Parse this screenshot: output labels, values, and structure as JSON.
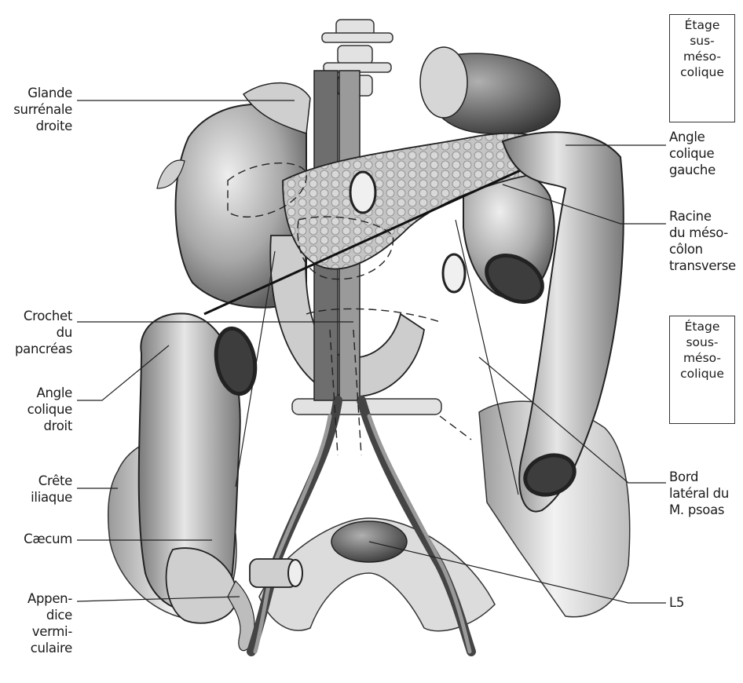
{
  "labels": {
    "glande": [
      "Glande",
      "surrénale",
      "droite"
    ],
    "crochet": [
      "Crochet",
      "du",
      "pancréas"
    ],
    "angle_droit": [
      "Angle",
      "colique",
      "droit"
    ],
    "crete": [
      "Crête",
      "iliaque"
    ],
    "caecum": [
      "Cæcum"
    ],
    "appendice": [
      "Appen-",
      "dice",
      "vermi-",
      "culaire"
    ],
    "angle_gauche": [
      "Angle",
      "colique",
      "gauche"
    ],
    "racine": [
      "Racine",
      "du méso-",
      "côlon",
      "transverse"
    ],
    "bord": [
      "Bord",
      "latéral du",
      "M. psoas"
    ],
    "l5": [
      "L5"
    ]
  },
  "boxes": {
    "sus": [
      "Étage",
      "sus-",
      "méso-",
      "colique"
    ],
    "sous": [
      "Étage",
      "sous-",
      "méso-",
      "colique"
    ]
  },
  "colors": {
    "ink": "#1a1a1a",
    "organ_light": "#d9d9d9",
    "organ_mid": "#a6a6a6",
    "organ_dark": "#555555"
  }
}
